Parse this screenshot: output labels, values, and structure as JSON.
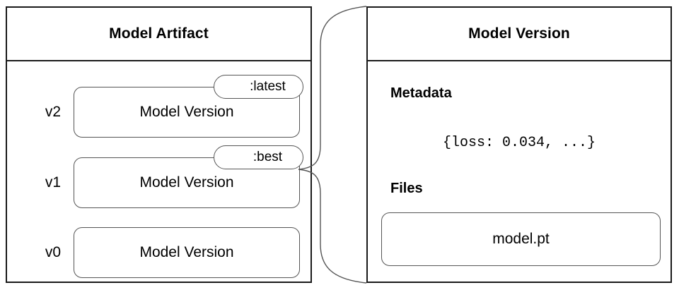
{
  "artifact_panel": {
    "title": "Model Artifact",
    "versions": [
      {
        "label": "v2",
        "box_label": "Model Version",
        "alias": ":latest"
      },
      {
        "label": "v1",
        "box_label": "Model Version",
        "alias": ":best"
      },
      {
        "label": "v0",
        "box_label": "Model Version",
        "alias": null
      }
    ]
  },
  "version_panel": {
    "title": "Model Version",
    "metadata_heading": "Metadata",
    "metadata_value": "{loss: 0.034, ...}",
    "files_heading": "Files",
    "files": [
      {
        "name": "model.pt"
      }
    ]
  },
  "connector": {
    "kind": "curly-brace",
    "from": "v1",
    "to": "version-panel"
  },
  "colors": {
    "panel_border": "#1a1a1a",
    "box_border": "#555555",
    "background": "#ffffff",
    "text": "#000000"
  }
}
